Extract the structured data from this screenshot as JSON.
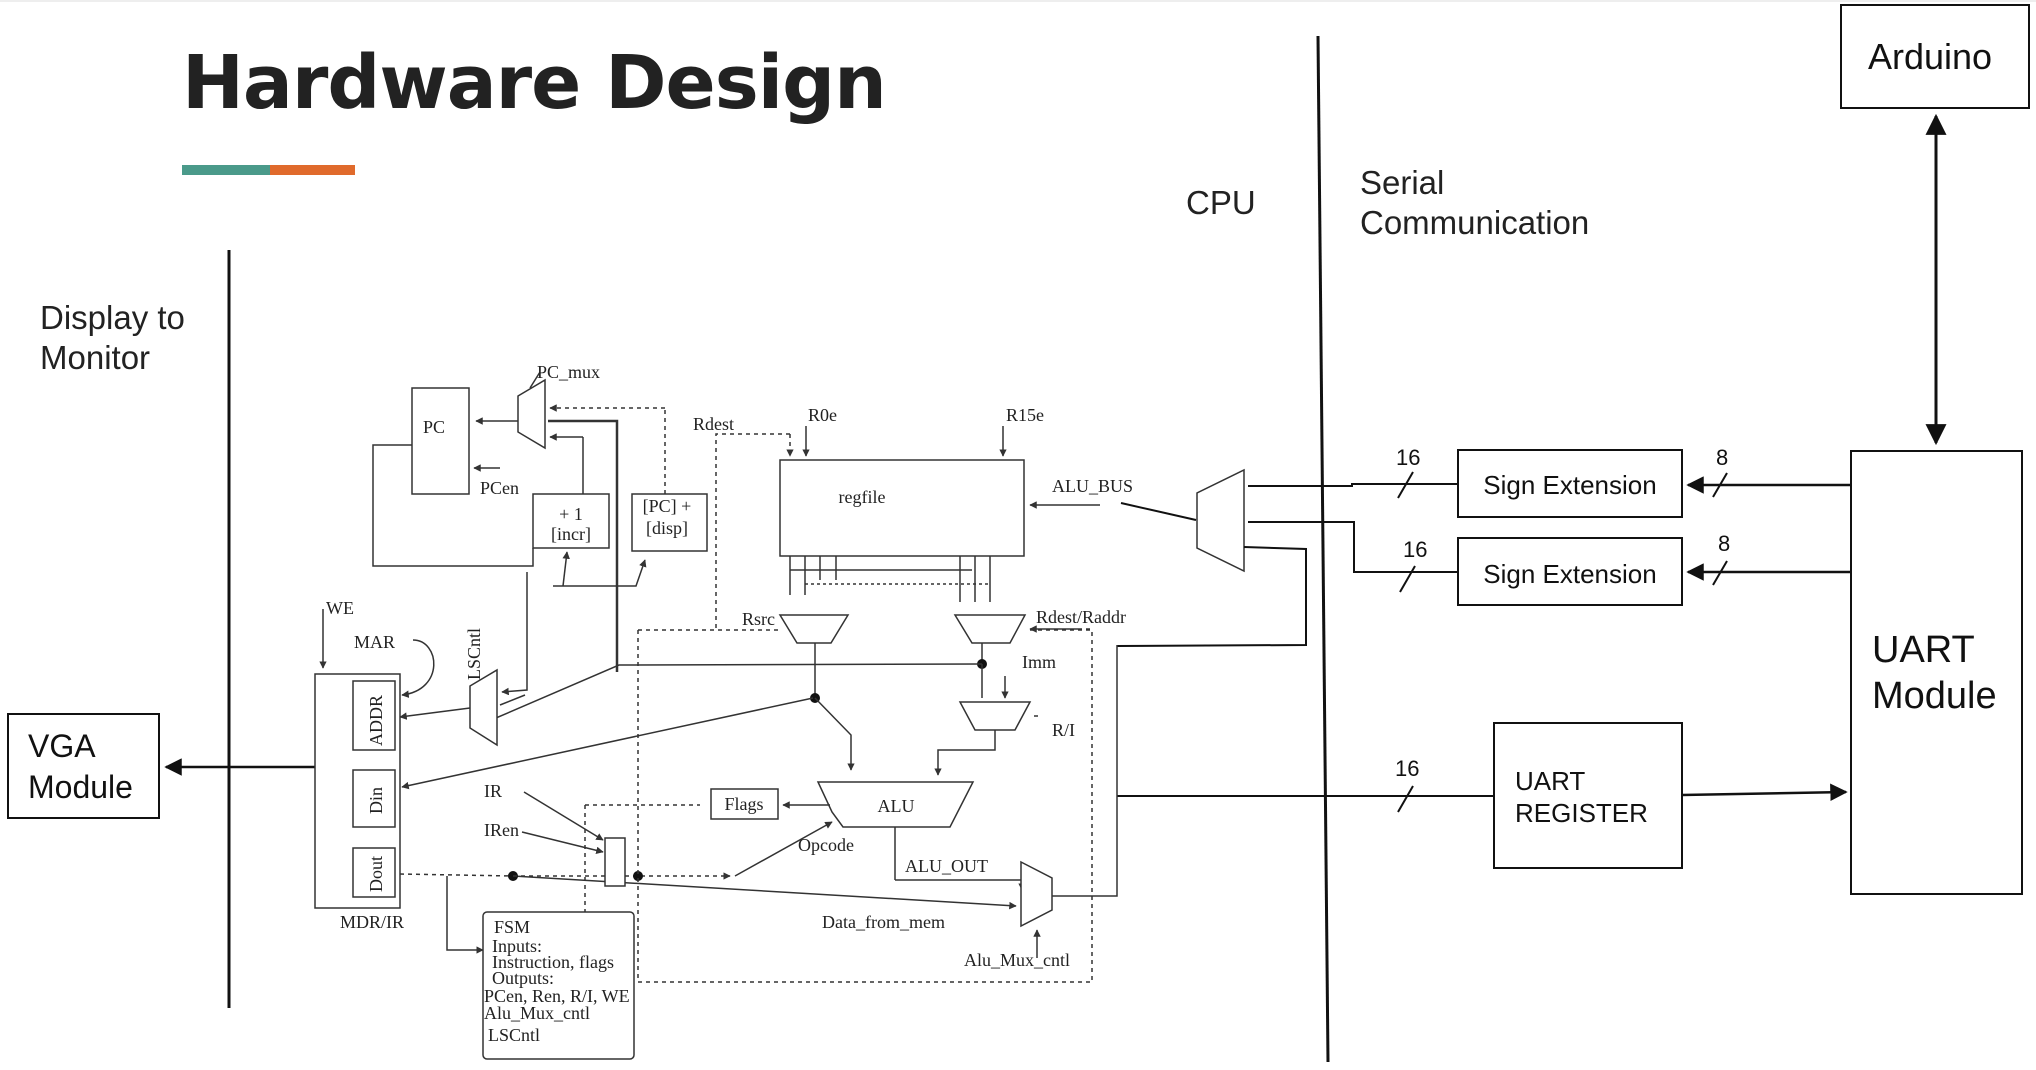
{
  "slide": {
    "title": "Hardware Design",
    "accent_colors": [
      "#4a9a8a",
      "#e06a2c"
    ]
  },
  "sections": {
    "display": "Display to\nMonitor",
    "cpu": "CPU",
    "serial": "Serial\nCommunication"
  },
  "blocks": {
    "arduino": "Arduino",
    "vga_line1": "VGA",
    "vga_line2": "Module",
    "uart_module_line1": "UART",
    "uart_module_line2": "Module",
    "sign_ext_1": "Sign Extension",
    "sign_ext_2": "Sign Extension",
    "uart_register_line1": "UART",
    "uart_register_line2": "REGISTER"
  },
  "bus_widths": {
    "sign1_in": "8",
    "sign1_out": "16",
    "sign2_in": "8",
    "sign2_out": "16",
    "uart_reg_in": "16"
  },
  "cpu": {
    "pc": "PC",
    "pc_mux": "PC_mux",
    "pcen": "PCen",
    "incr_line1": "+ 1",
    "incr_line2": "[incr]",
    "disp_line1": "[PC] +",
    "disp_line2": "[disp]",
    "rdest": "Rdest",
    "r0e": "R0e",
    "r15e": "R15e",
    "regfile": "regfile",
    "alu_bus": "ALU_BUS",
    "rsrc": "Rsrc",
    "rdest_raddr": "Rdest/Raddr",
    "imm": "Imm",
    "ri": "R/I",
    "we": "WE",
    "mar": "MAR",
    "lscntl": "LSCntl",
    "addr": "ADDR",
    "din": "Din",
    "dout": "Dout",
    "mdr_ir": "MDR/IR",
    "ir": "IR",
    "iren": "IRen",
    "flags": "Flags",
    "alu": "ALU",
    "opcode": "Opcode",
    "alu_out": "ALU_OUT",
    "data_from_mem": "Data_from_mem",
    "alu_mux_cntl": "Alu_Mux_cntl",
    "fsm_title": "FSM",
    "fsm_inputs": "Inputs:",
    "fsm_inputs_val": "Instruction, flags",
    "fsm_outputs": "Outputs:",
    "fsm_outputs_1": "PCen, Ren, R/I, WE",
    "fsm_outputs_2": "Alu_Mux_cntl",
    "fsm_outputs_3": "LSCntl"
  }
}
